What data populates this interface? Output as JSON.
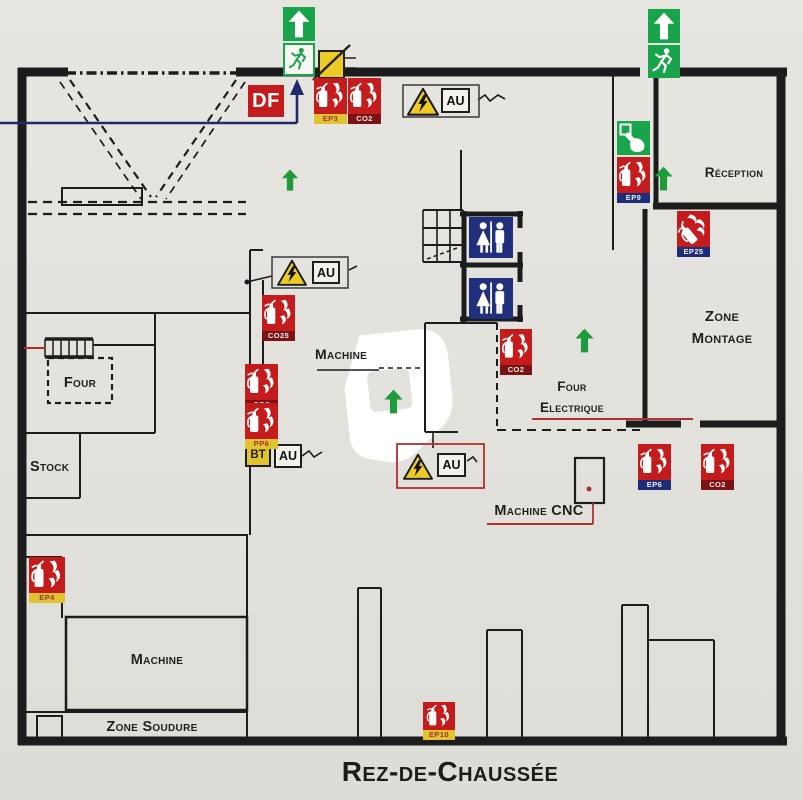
{
  "plan": {
    "title": "Rez-de-Chaussée",
    "rooms": {
      "reception": "Réception",
      "zone_montage": [
        "Zone",
        "Montage"
      ],
      "four": "Four",
      "stock": "Stock",
      "machine_center": "Machine",
      "four_electrique": [
        "Four",
        "Electrique"
      ],
      "machine_cnc": "Machine CNC",
      "machine_bottom": "Machine",
      "zone_soudure": "Zone Soudure"
    },
    "labels": {
      "df": "DF",
      "bt": "BT",
      "au": "AU"
    },
    "extinguishers": [
      {
        "id": "ext-top-left-1",
        "label": "EP3"
      },
      {
        "id": "ext-top-left-2",
        "label": "CO2"
      },
      {
        "id": "ext-wall-1",
        "label": "CO25"
      },
      {
        "id": "ext-wall-2",
        "label": "CO2"
      },
      {
        "id": "ext-wall-3",
        "label": "PP6"
      },
      {
        "id": "ext-center",
        "label": "CO2"
      },
      {
        "id": "ext-corridor",
        "label": "EP9"
      },
      {
        "id": "ext-zone-montage",
        "label": "EP25"
      },
      {
        "id": "ext-right-1",
        "label": "EP6"
      },
      {
        "id": "ext-right-2",
        "label": "CO2"
      },
      {
        "id": "ext-bottom-left",
        "label": "EP4"
      },
      {
        "id": "ext-bottom-center",
        "label": "EP10"
      }
    ],
    "colors": {
      "background": "#e3e1dc",
      "wall": "#1c1c1c",
      "sign_red": "#c41c1c",
      "sign_green": "#18a44a",
      "safety_yellow": "#ecca28",
      "wc_blue": "#21307c",
      "route_navy": "#1d2b6e",
      "label_dark_red": "#7c1216",
      "label_blue": "#1d2d7a",
      "accent_red": "#b03030"
    }
  }
}
